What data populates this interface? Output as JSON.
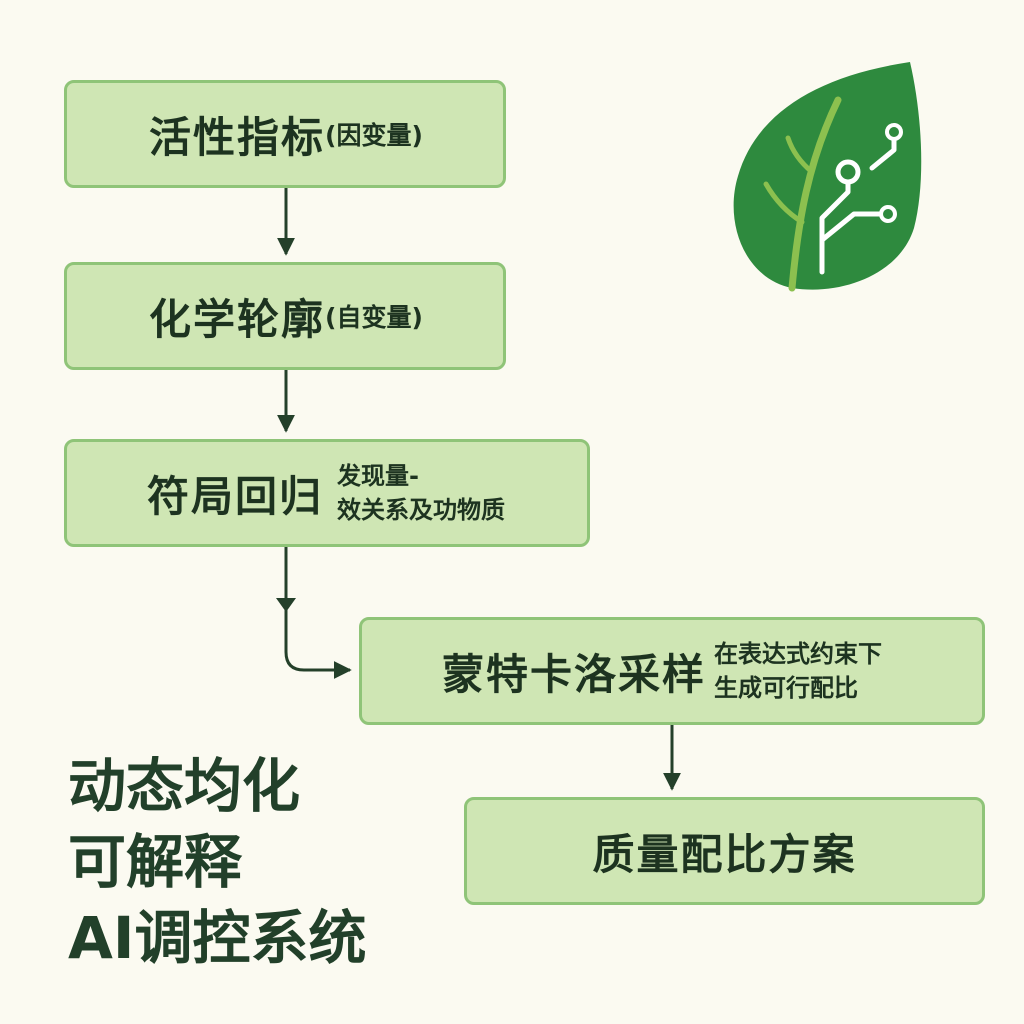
{
  "flowchart": {
    "activity": {
      "title": "活性指标",
      "note": "(因变量)"
    },
    "chem": {
      "title": "化学轮廓",
      "note": "(自变量)"
    },
    "regression": {
      "title": "符局回归",
      "note_line1": "发现量-",
      "note_line2": "效关系及功物质"
    },
    "monte_carlo": {
      "title": "蒙特卡洛采样",
      "note_line1": "在表达式约束下",
      "note_line2": "生成可行配比"
    },
    "result": {
      "title": "质量配比方案"
    }
  },
  "system_title": {
    "line1": "动态均化",
    "line2": "可解释",
    "line3": "AI调控系统"
  },
  "colors": {
    "background": "#fbfaf1",
    "box_fill": "#cfe6b4",
    "box_border": "#8fc478",
    "arrow": "#24402a",
    "leaf_dark": "#2e8a3e",
    "leaf_vein": "#8cc04f"
  },
  "icons": {
    "logo": "leaf-circuit-icon"
  }
}
